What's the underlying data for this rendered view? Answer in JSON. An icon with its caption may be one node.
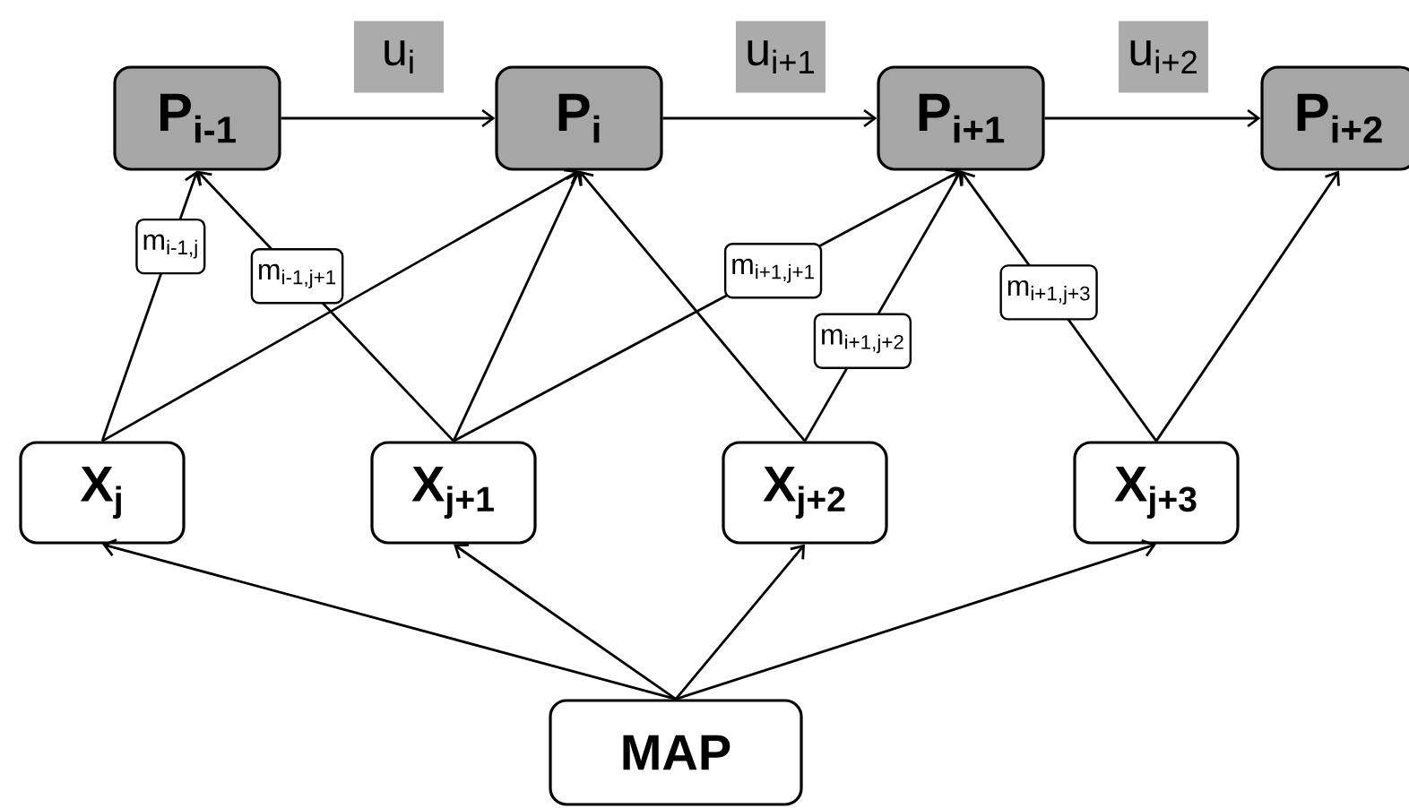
{
  "diagram": {
    "nodes": [
      {
        "text": [
          "P$_{i-1}$"
        ]
      },
      {
        "text": [
          "P$_{i}$"
        ]
      },
      {
        "text": [
          "P$_{i+1}$"
        ]
      },
      {
        "text": [
          "P$_{i+2}$"
        ]
      },
      {
        "text": [
          "X$_{j}$"
        ]
      },
      {
        "text": [
          "X$_{j+1}$"
        ]
      },
      {
        "text": [
          "X$_{j+2}$"
        ]
      },
      {
        "text": [
          "X$_{j+3}$"
        ]
      },
      {
        "text": [
          "MAP"
        ]
      }
    ],
    "edges": [
      {
        "from": 0,
        "to": 1,
        "arrow": "to",
        "label": "u$_{i}$"
      },
      {
        "from": 1,
        "to": 2,
        "arrow": "to",
        "label": "u$_{i+1}$"
      },
      {
        "from": 2,
        "to": 3,
        "arrow": "to",
        "label": "u$_{i+2}$"
      },
      {
        "from": 4,
        "to": 0,
        "arrow": "to",
        "label": "m$_{i-1,j}$"
      },
      {
        "from": 4,
        "to": 1,
        "arrow": "to"
      },
      {
        "from": 5,
        "to": 0,
        "arrow": "to",
        "label": "m$_{i-1,j+1}$"
      },
      {
        "from": 5,
        "to": 1,
        "arrow": "to"
      },
      {
        "from": 5,
        "to": 2,
        "arrow": "to",
        "label": "m$_{i+1,j+1}$"
      },
      {
        "from": 6,
        "to": 1,
        "arrow": "to"
      },
      {
        "from": 6,
        "to": 2,
        "arrow": "to",
        "label": "m$_{i+1,j+2}$"
      },
      {
        "from": 7,
        "to": 2,
        "arrow": "to",
        "label": "m$_{i+1,j+3}$"
      },
      {
        "from": 7,
        "to": 3,
        "arrow": "to"
      },
      {
        "from": 8,
        "to": 4,
        "arrow": "to"
      },
      {
        "from": 8,
        "to": 5,
        "arrow": "to"
      },
      {
        "from": 8,
        "to": 6,
        "arrow": "to"
      },
      {
        "from": 8,
        "to": 7,
        "arrow": "to"
      }
    ]
  }
}
